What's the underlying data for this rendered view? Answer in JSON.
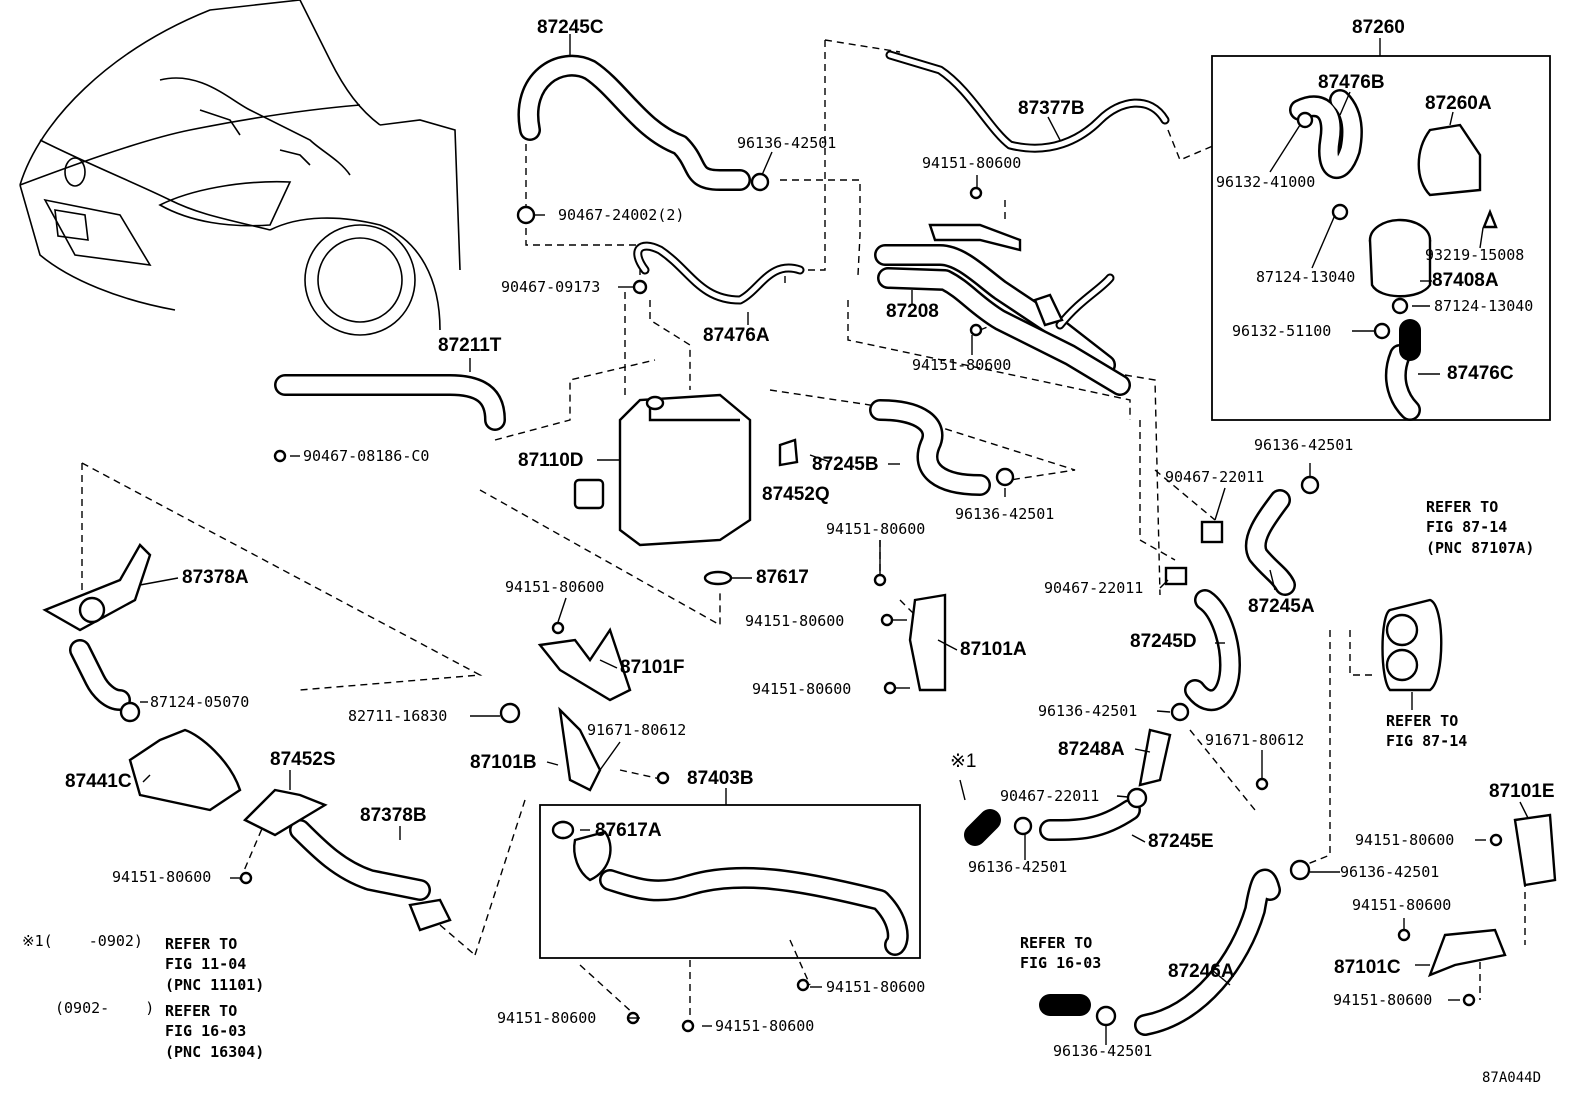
{
  "diagram_code": "87A044D",
  "parts": {
    "p87245C": "87245C",
    "p96136_42501_a": "96136-42501",
    "p90467_24002": "90467-24002(2)",
    "p90467_09173": "90467-09173",
    "p87476A": "87476A",
    "p87377B": "87377B",
    "p94151_80600_a": "94151-80600",
    "p87208": "87208",
    "p94151_80600_b": "94151-80600",
    "p87260": "87260",
    "p87476B": "87476B",
    "p87260A": "87260A",
    "p96132_41000": "96132-41000",
    "p93219_15008": "93219-15008",
    "p87124_13040_a": "87124-13040",
    "p87408A": "87408A",
    "p87124_13040_b": "87124-13040",
    "p96132_51100": "96132-51100",
    "p87476C": "87476C",
    "p87211T": "87211T",
    "p90467_08186": "90467-08186-C0",
    "p87110D": "87110D",
    "p87452Q": "87452Q",
    "p87245B": "87245B",
    "p96136_42501_b": "96136-42501",
    "p87617": "87617",
    "p94151_80600_c": "94151-80600",
    "p96136_42501_c": "96136-42501",
    "p90467_22011_a": "90467-22011",
    "p90467_22011_b": "90467-22011",
    "p87245A": "87245A",
    "p87378A": "87378A",
    "p94151_80600_d": "94151-80600",
    "p87101F": "87101F",
    "p94151_80600_e": "94151-80600",
    "p87101A": "87101A",
    "p94151_80600_f": "94151-80600",
    "p87245D": "87245D",
    "p87124_05070": "87124-05070",
    "p82711_16830": "82711-16830",
    "p91671_80612_a": "91671-80612",
    "p87101B": "87101B",
    "p87403B": "87403B",
    "p96136_42501_d": "96136-42501",
    "p87248A": "87248A",
    "p91671_80612_b": "91671-80612",
    "p87441C": "87441C",
    "p87452S": "87452S",
    "p87617A": "87617A",
    "p90467_22011_c": "90467-22011",
    "p87245E": "87245E",
    "p87101E": "87101E",
    "p94151_80600_g": "94151-80600",
    "p87378B": "87378B",
    "p96136_42501_e": "96136-42501",
    "p96136_42501_f": "96136-42501",
    "p94151_80600_h": "94151-80600",
    "p87101C": "87101C",
    "p94151_80600_i": "94151-80600",
    "p94151_80600_j": "94151-80600",
    "p94151_80600_k": "94151-80600",
    "p94151_80600_l": "94151-80600",
    "p87246A": "87246A",
    "p96136_42501_g": "96136-42501",
    "mark1": "※1"
  },
  "notes": {
    "refer_87_14_top": "REFER TO\nFIG 87-14\n(PNC 87107A)",
    "refer_87_14_bottom": "REFER TO\nFIG 87-14",
    "refer_16_03": "REFER TO\nFIG 16-03",
    "footnote1_range": "※1(    -0902)",
    "footnote1_text": "REFER TO\nFIG 11-04\n(PNC 11101)",
    "footnote2_range": "(0902-    )",
    "footnote2_text": "REFER TO\nFIG 16-03\n(PNC 16304)"
  }
}
